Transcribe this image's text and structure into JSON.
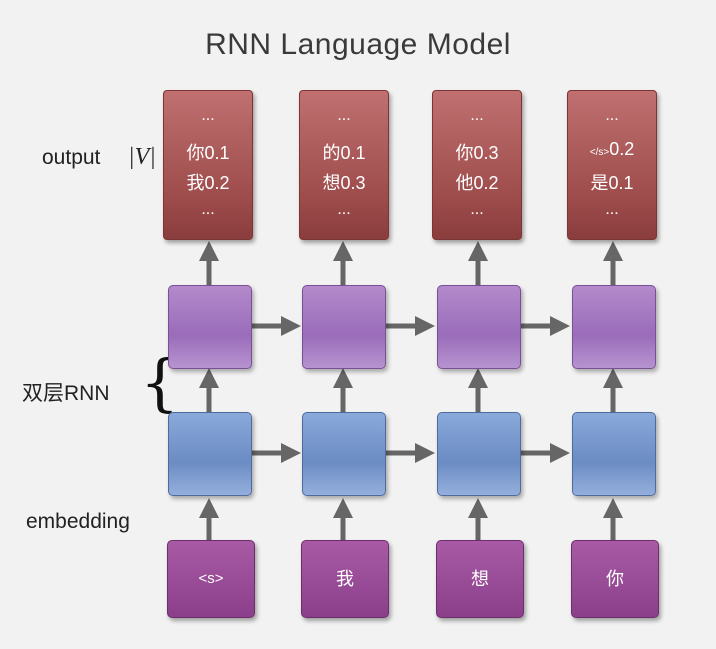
{
  "title": "RNN Language Model",
  "labels": {
    "output": "output",
    "vocab": "|V|",
    "rnn": "双层RNN",
    "embedding": "embedding"
  },
  "outputs": [
    {
      "dots_top": "...",
      "line1": "你0.1",
      "line2": "我0.2",
      "dots_bottom": "..."
    },
    {
      "dots_top": "...",
      "line1": "的0.1",
      "line2": "想0.3",
      "dots_bottom": "..."
    },
    {
      "dots_top": "...",
      "line1": "你0.3",
      "line2": "他0.2",
      "dots_bottom": "..."
    },
    {
      "dots_top": "...",
      "line1_tag": "</s>",
      "line1_val": "0.2",
      "line2": "是0.1",
      "dots_bottom": "..."
    }
  ],
  "inputs": [
    "<s>",
    "我",
    "想",
    "你"
  ],
  "colors": {
    "output_box": "#9c4a4a",
    "rnn_top": "#9a6cba",
    "rnn_bottom": "#6b8cc4",
    "embedding_box": "#8b3f8a",
    "arrow": "#666666"
  }
}
